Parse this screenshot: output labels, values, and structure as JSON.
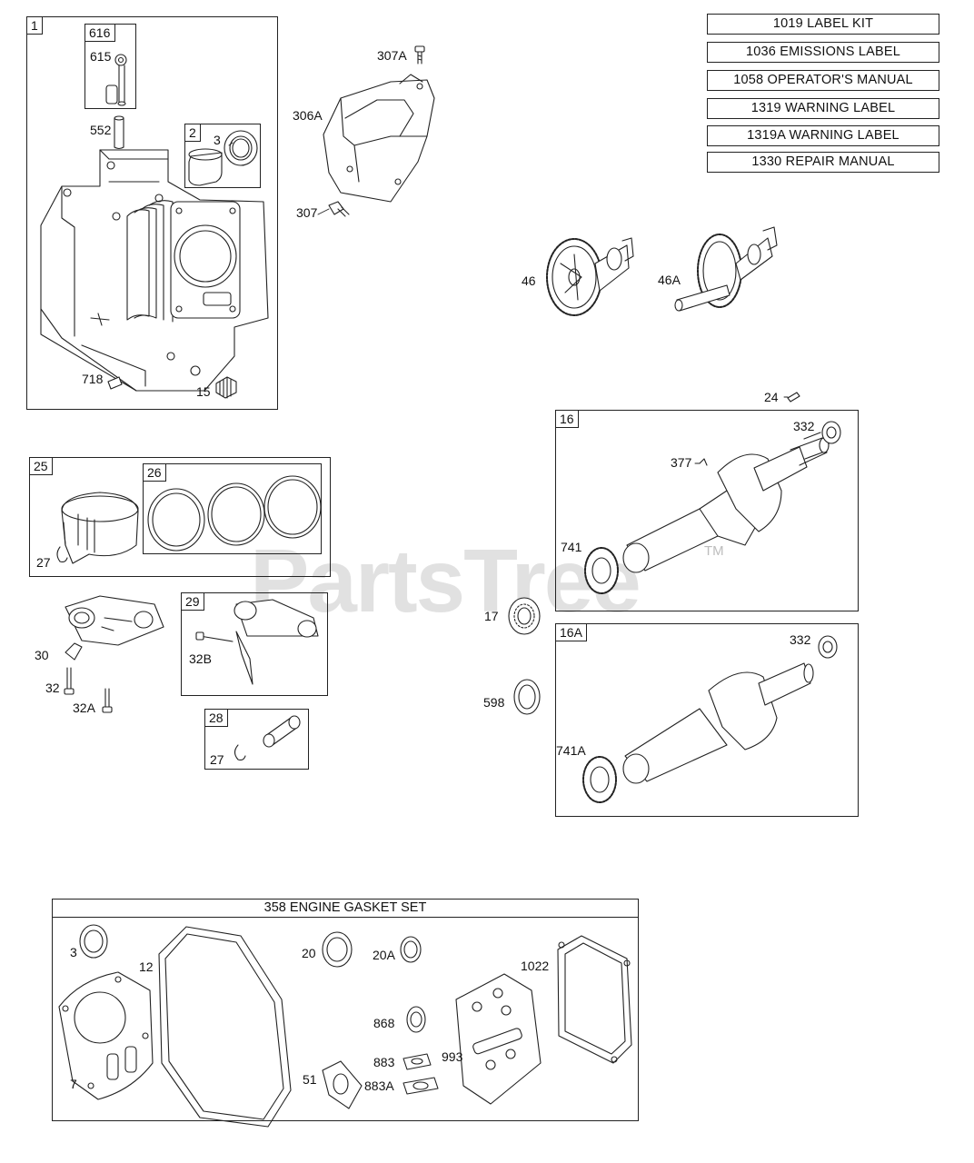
{
  "watermark": {
    "text": "PartsTree",
    "tm": "TM"
  },
  "kit_list": [
    "1019 LABEL KIT",
    "1036 EMISSIONS LABEL",
    "1058 OPERATOR'S MANUAL",
    "1319 WARNING LABEL",
    "1319A WARNING LABEL",
    "1330 REPAIR MANUAL"
  ],
  "gasket_set": {
    "title": "358 ENGINE GASKET SET"
  },
  "box_tags": {
    "b1": "1",
    "b616": "616",
    "b2": "2",
    "b25": "25",
    "b26": "26",
    "b29": "29",
    "b28": "28",
    "b16": "16",
    "b16a": "16A"
  },
  "callouts": {
    "c615": "615",
    "c552": "552",
    "c3a": "3",
    "c718": "718",
    "c15": "15",
    "c307a": "307A",
    "c306a": "306A",
    "c307": "307",
    "c46": "46",
    "c46a": "46A",
    "c24": "24",
    "c27a": "27",
    "c30": "30",
    "c32": "32",
    "c32a": "32A",
    "c32b": "32B",
    "c27b": "27",
    "c332a": "332",
    "c377": "377",
    "c741": "741",
    "c17": "17",
    "c332b": "332",
    "c598": "598",
    "c741a": "741A",
    "c3b": "3",
    "c12": "12",
    "c7": "7",
    "c20": "20",
    "c20a": "20A",
    "c868": "868",
    "c883": "883",
    "c883a": "883A",
    "c51": "51",
    "c993": "993",
    "c1022": "1022"
  }
}
